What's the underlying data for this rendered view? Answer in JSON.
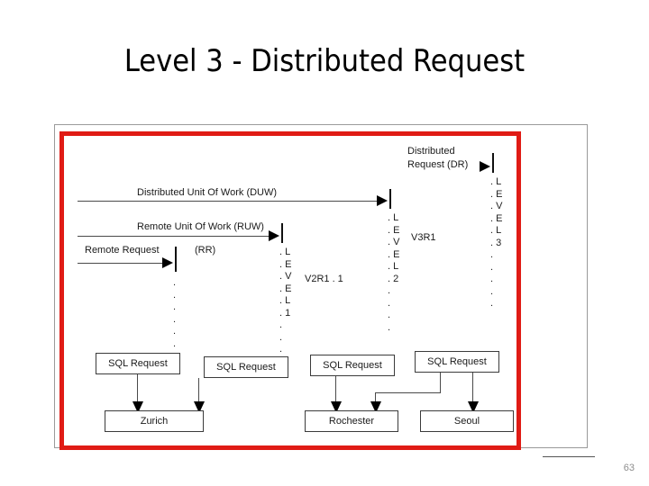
{
  "slide": {
    "title": "Level 3 - Distributed Request",
    "page_number": "63",
    "accent_color": "#e01b15",
    "frame_color": "#9a9a9a"
  },
  "diagram": {
    "flow_labels": [
      {
        "id": "duw",
        "text": "Distributed Unit Of Work (DUW)"
      },
      {
        "id": "ruw",
        "text": "Remote Unit Of Work (RUW)"
      },
      {
        "id": "rr",
        "text": "Remote Request"
      },
      {
        "id": "rr_abbrev",
        "text": "(RR)"
      }
    ],
    "dr_label": {
      "line1": "Distributed",
      "line2": "Request  (DR)"
    },
    "level_columns": [
      {
        "id": "rr-column",
        "version": "",
        "letters": [
          ".",
          ".",
          ".",
          ".",
          ".",
          ".",
          ".",
          "."
        ]
      },
      {
        "id": "ruw-column",
        "version": "V2R1 . 1",
        "letters": [
          ". L",
          ". E",
          ". V",
          ". E",
          ". L",
          ". 1",
          ".",
          ".",
          "."
        ]
      },
      {
        "id": "duw-column",
        "version": "V3R1",
        "letters": [
          ". L",
          ". E",
          ". V",
          ". E",
          ". L",
          ". 2",
          ".",
          ".",
          ".",
          "."
        ]
      },
      {
        "id": "dr-column",
        "version": "",
        "letters": [
          ". L",
          ". E",
          ". V",
          ". E",
          ". L",
          ". 3",
          ".",
          ".",
          ".",
          ".",
          "."
        ]
      }
    ],
    "sql_boxes": [
      {
        "id": "sql-1",
        "text": "SQL  Request"
      },
      {
        "id": "sql-2",
        "text": "SQL  Request"
      },
      {
        "id": "sql-3",
        "text": "SQL  Request"
      },
      {
        "id": "sql-4",
        "text": "SQL  Request"
      }
    ],
    "site_boxes": [
      {
        "id": "site-zurich",
        "text": "Zurich"
      },
      {
        "id": "site-rochester",
        "text": "Rochester"
      },
      {
        "id": "site-seoul",
        "text": "Seoul"
      }
    ]
  }
}
